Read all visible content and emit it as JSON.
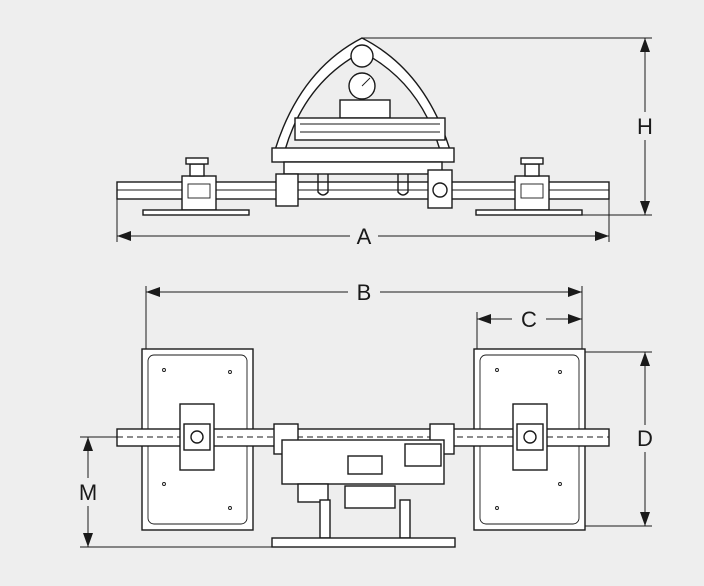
{
  "dimensions": {
    "A": "A",
    "B": "B",
    "C": "C",
    "D": "D",
    "H": "H",
    "M": "M"
  },
  "colors": {
    "background": "#eeeeee",
    "line": "#1a1a1a",
    "part_fill": "#ffffff"
  }
}
